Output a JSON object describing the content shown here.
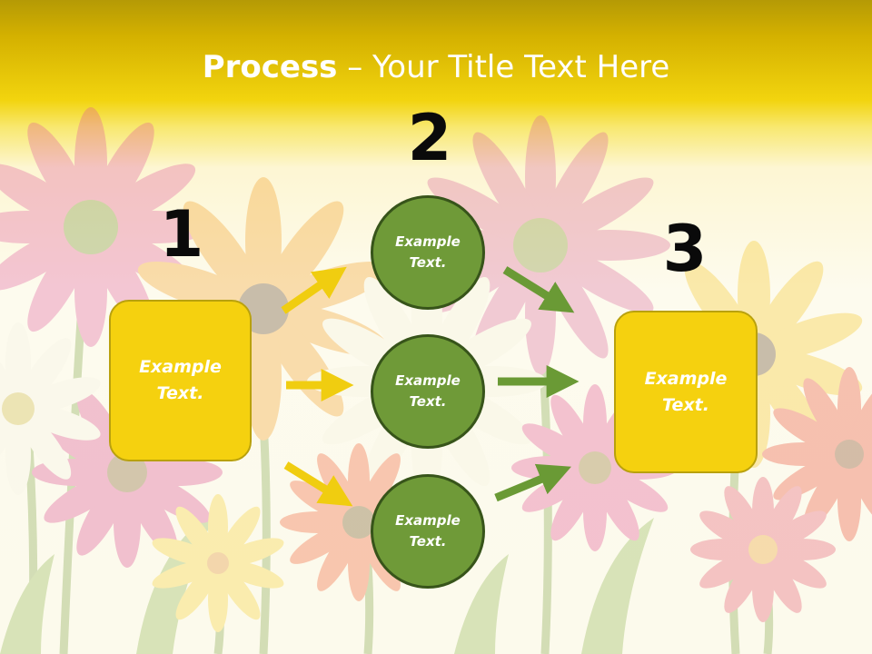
{
  "title": {
    "bold": "Process",
    "rest": " – Your Title Text Here"
  },
  "steps": {
    "one": {
      "number": "1",
      "text": "Example Text."
    },
    "two": {
      "number": "2",
      "items": [
        "Example Text.",
        "Example Text.",
        "Example Text."
      ]
    },
    "three": {
      "number": "3",
      "text": "Example Text."
    }
  },
  "colors": {
    "yellow_box": "#f5d10f",
    "green_circle": "#6f9a38",
    "yellow_arrow": "#f0cd10",
    "green_arrow": "#6a9a35"
  }
}
